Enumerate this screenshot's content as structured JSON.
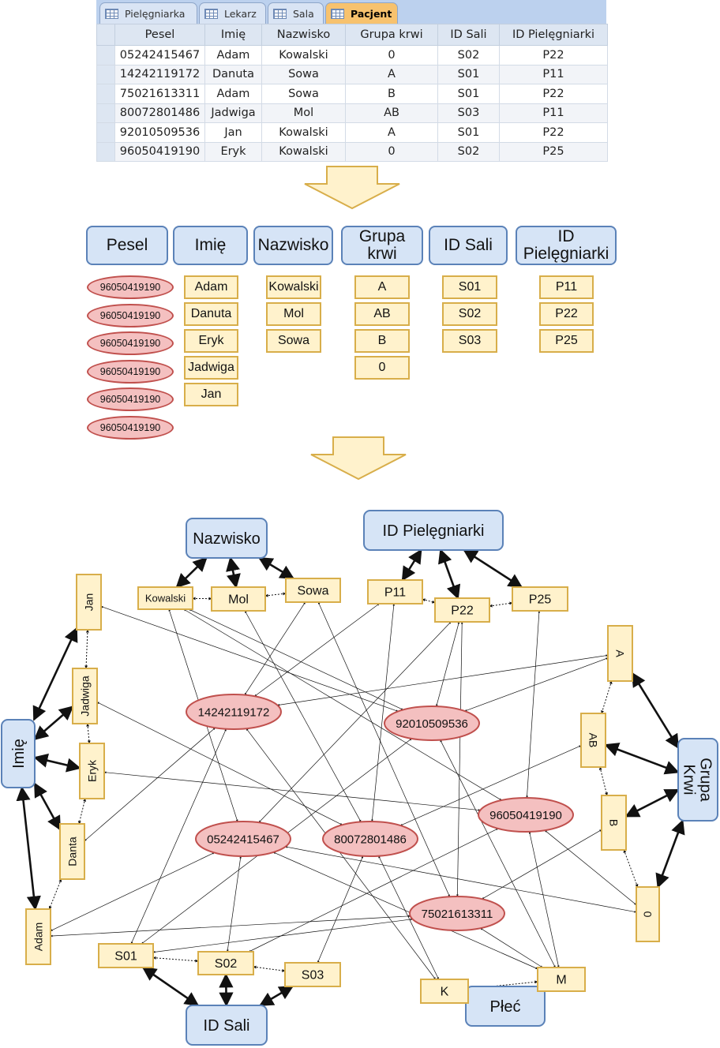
{
  "tabs": [
    "Pielęgniarka",
    "Lekarz",
    "Sala",
    "Pacjent"
  ],
  "table": {
    "headers": [
      "Pesel",
      "Imię",
      "Nazwisko",
      "Grupa krwi",
      "ID Sali",
      "ID Pielęgniarki"
    ],
    "rows": [
      [
        "05242415467",
        "Adam",
        "Kowalski",
        "0",
        "S02",
        "P22"
      ],
      [
        "14242119172",
        "Danuta",
        "Sowa",
        "A",
        "S01",
        "P11"
      ],
      [
        "75021613311",
        "Adam",
        "Sowa",
        "B",
        "S01",
        "P22"
      ],
      [
        "80072801486",
        "Jadwiga",
        "Mol",
        "AB",
        "S03",
        "P11"
      ],
      [
        "92010509536",
        "Jan",
        "Kowalski",
        "A",
        "S01",
        "P22"
      ],
      [
        "96050419190",
        "Eryk",
        "Kowalski",
        "0",
        "S02",
        "P25"
      ]
    ]
  },
  "columns": {
    "headers": [
      "Pesel",
      "Imię",
      "Nazwisko",
      "Grupa\nkrwi",
      "ID Sali",
      "ID\nPielęgniarki"
    ],
    "pesel": [
      "96050419190",
      "96050419190",
      "96050419190",
      "96050419190",
      "96050419190",
      "96050419190"
    ],
    "imie": [
      "Adam",
      "Danuta",
      "Eryk",
      "Jadwiga",
      "Jan"
    ],
    "nazwisko": [
      "Kowalski",
      "Mol",
      "Sowa"
    ],
    "grupa": [
      "A",
      "AB",
      "B",
      "0"
    ],
    "sala": [
      "S01",
      "S02",
      "S03"
    ],
    "piel": [
      "P11",
      "P22",
      "P25"
    ]
  },
  "graph": {
    "categories": {
      "nazwisko": "Nazwisko",
      "piel": "ID Pielęgniarki",
      "imie": "Imię",
      "grupa": "Grupa\nKrwi",
      "sala": "ID Sali",
      "plec": "Płeć"
    },
    "values": {
      "kowalski": "Kowalski",
      "mol": "Mol",
      "sowa": "Sowa",
      "p11": "P11",
      "p22": "P22",
      "p25": "P25",
      "jan": "Jan",
      "jadwiga": "Jadwiga",
      "eryk": "Eryk",
      "danta": "Danta",
      "adam": "Adam",
      "a": "A",
      "ab": "AB",
      "b": "B",
      "zero": "0",
      "s01": "S01",
      "s02": "S02",
      "s03": "S03",
      "k": "K",
      "m": "M"
    },
    "pesels": {
      "e1": "14242119172",
      "e2": "92010509536",
      "e3": "96050419190",
      "e4": "05242415467",
      "e5": "80072801486",
      "e6": "75021613311"
    }
  },
  "colors": {
    "category_fill": "#d6e4f6",
    "category_border": "#5b82b8",
    "value_fill": "#fff2cc",
    "value_border": "#d8ae4a",
    "pesel_fill": "#f4c0c0",
    "pesel_border": "#c0504d",
    "arrow_fill": "#fff2cc",
    "arrow_border": "#d8ae4a",
    "active_tab": "#f7c26e"
  }
}
